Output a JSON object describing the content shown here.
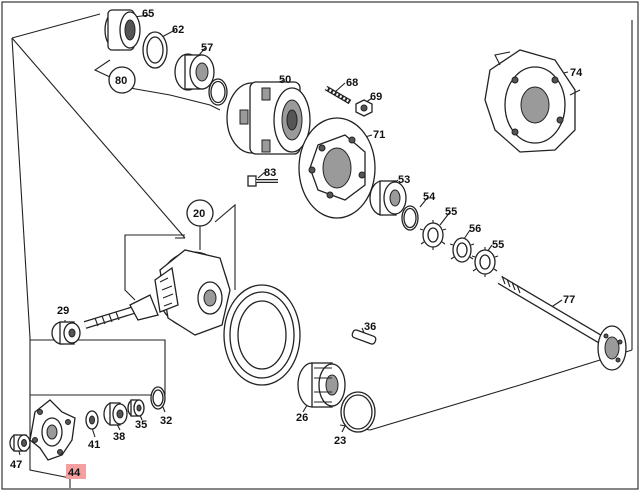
{
  "diagram": {
    "callouts": {
      "c65": "65",
      "c62": "62",
      "c57": "57",
      "c80": "80",
      "c50": "50",
      "c68": "68",
      "c69": "69",
      "c71": "71",
      "c74": "74",
      "c83": "83",
      "c53": "53",
      "c54": "54",
      "c55a": "55",
      "c56": "56",
      "c55b": "55",
      "c20": "20",
      "c77": "77",
      "c29": "29",
      "c36": "36",
      "c26": "26",
      "c23": "23",
      "c47": "47",
      "c44": "44",
      "c41": "41",
      "c38": "38",
      "c35": "35",
      "c32": "32"
    },
    "highlight_color": "#f4a0a0"
  }
}
